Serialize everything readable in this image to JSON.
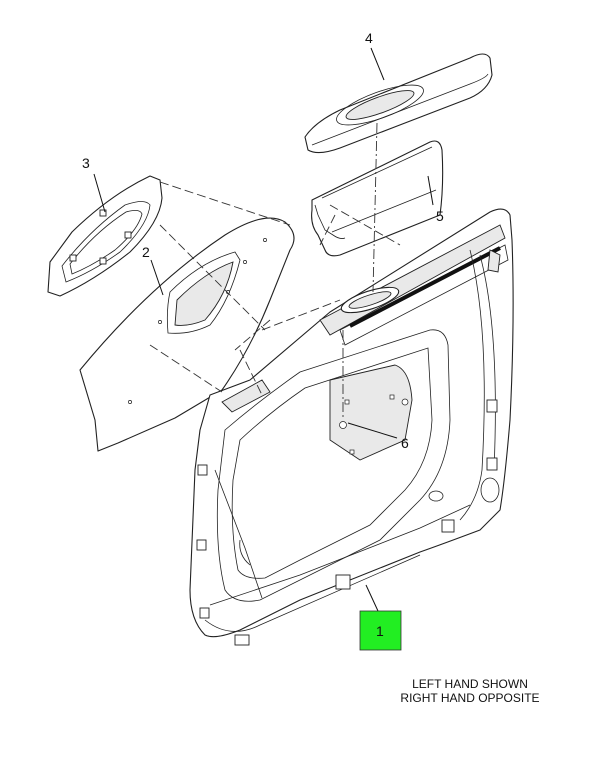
{
  "callouts": {
    "c1": "1",
    "c2": "2",
    "c3": "3",
    "c4": "4",
    "c5": "5",
    "c6": "6"
  },
  "note": {
    "line1": "LEFT HAND SHOWN",
    "line2": "RIGHT HAND OPPOSITE"
  },
  "highlight_color": "#22ee22"
}
